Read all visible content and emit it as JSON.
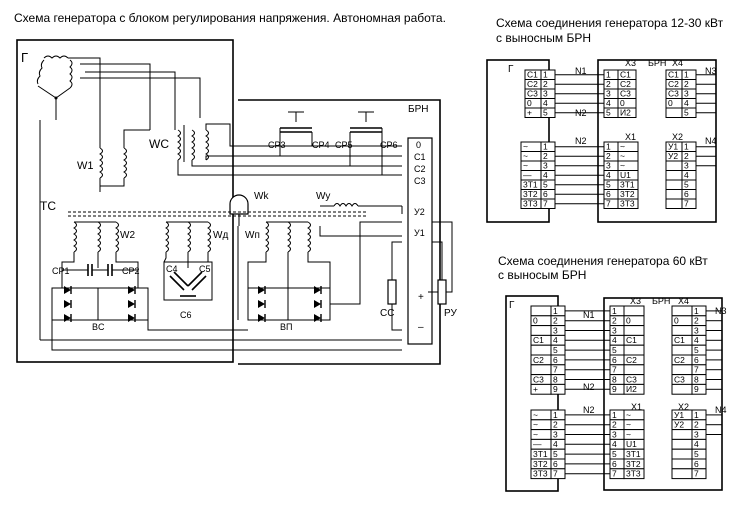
{
  "titles": {
    "main": "Схема генератора с блоком регулирования напряжения. Автономная работа.",
    "conn1_line1": "Схема соединения генератора 12-30 кВт",
    "conn1_line2": "с выносным БРН",
    "conn2_line1": "Схема соединения генератора 60 кВт",
    "conn2_line2": "с выносым БРН"
  },
  "main_diagram": {
    "generator": "Г",
    "brn": "БРН",
    "wc": "WC",
    "w1": "W1",
    "w2": "W2",
    "wd": "Wд",
    "wn": "Wп",
    "wk": "Wk",
    "wy": "Wy",
    "tc": "TC",
    "cp1": "CP1",
    "cp2": "CP2",
    "cp3": "CP3",
    "cp4": "CP4",
    "cp5": "CP5",
    "cp6": "CP6",
    "c4": "C4",
    "c5": "C5",
    "c6": "C6",
    "bc": "BC",
    "bp": "ВП",
    "cc": "CC",
    "ru": "РУ",
    "terms": [
      "0",
      "C1",
      "C2",
      "C3",
      "У2",
      "У1",
      "+",
      "–"
    ]
  },
  "conn1": {
    "g": "Г",
    "brn": "БРН",
    "x3": "X3",
    "x4": "X4",
    "x1": "X1",
    "x2": "X2",
    "n1": "N1",
    "n2": "N2",
    "n3": "N3",
    "n4": "N4",
    "gen_top": [
      [
        "C1",
        "1"
      ],
      [
        "C2",
        "2"
      ],
      [
        "C3",
        "3"
      ],
      [
        "0",
        "4"
      ],
      [
        "+",
        "5"
      ]
    ],
    "x3_rows": [
      [
        "1",
        "C1"
      ],
      [
        "2",
        "C2"
      ],
      [
        "3",
        "C3"
      ],
      [
        "4",
        "0"
      ],
      [
        "5",
        "И2"
      ]
    ],
    "x4_rows": [
      [
        "C1",
        "1"
      ],
      [
        "C2",
        "2"
      ],
      [
        "C3",
        "3"
      ],
      [
        "0",
        "4"
      ],
      [
        "",
        "5"
      ]
    ],
    "gen_bot": [
      [
        "~",
        "1"
      ],
      [
        "~",
        "2"
      ],
      [
        "~",
        "3"
      ],
      [
        "—",
        "4"
      ],
      [
        "3T1",
        "5"
      ],
      [
        "3T2",
        "6"
      ],
      [
        "3T3",
        "7"
      ]
    ],
    "x1_rows": [
      [
        "1",
        "~"
      ],
      [
        "2",
        "~"
      ],
      [
        "3",
        "~"
      ],
      [
        "4",
        "U1"
      ],
      [
        "5",
        "3T1"
      ],
      [
        "6",
        "3T2"
      ],
      [
        "7",
        "3T3"
      ]
    ],
    "x2_rows": [
      [
        "У1",
        "1"
      ],
      [
        "У2",
        "2"
      ],
      [
        "",
        "3"
      ],
      [
        "",
        "4"
      ],
      [
        "",
        "5"
      ],
      [
        "",
        "6"
      ],
      [
        "",
        "7"
      ]
    ]
  },
  "conn2": {
    "g": "Г",
    "brn": "БРН",
    "x3": "X3",
    "x4": "X4",
    "x1": "X1",
    "x2": "X2",
    "n1": "N1",
    "n2": "N2",
    "n3": "N3",
    "n4": "N4",
    "gen_top": [
      [
        "",
        "1"
      ],
      [
        "0",
        "2"
      ],
      [
        "",
        "3"
      ],
      [
        "C1",
        "4"
      ],
      [
        "",
        "5"
      ],
      [
        "C2",
        "6"
      ],
      [
        "",
        "7"
      ],
      [
        "C3",
        "8"
      ],
      [
        "+",
        "9"
      ]
    ],
    "x3_rows": [
      [
        "1",
        ""
      ],
      [
        "2",
        "0"
      ],
      [
        "3",
        ""
      ],
      [
        "4",
        "C1"
      ],
      [
        "5",
        ""
      ],
      [
        "6",
        "C2"
      ],
      [
        "7",
        ""
      ],
      [
        "8",
        "C3"
      ],
      [
        "9",
        "И2"
      ]
    ],
    "x4_rows": [
      [
        "",
        "1"
      ],
      [
        "0",
        "2"
      ],
      [
        "",
        "3"
      ],
      [
        "C1",
        "4"
      ],
      [
        "",
        "5"
      ],
      [
        "C2",
        "6"
      ],
      [
        "",
        "7"
      ],
      [
        "C3",
        "8"
      ],
      [
        "",
        "9"
      ]
    ],
    "gen_bot": [
      [
        "~",
        "1"
      ],
      [
        "~",
        "2"
      ],
      [
        "~",
        "3"
      ],
      [
        "—",
        "4"
      ],
      [
        "3T1",
        "5"
      ],
      [
        "3T2",
        "6"
      ],
      [
        "3T3",
        "7"
      ]
    ],
    "x1_rows": [
      [
        "1",
        "~"
      ],
      [
        "2",
        "~"
      ],
      [
        "3",
        "~"
      ],
      [
        "4",
        "U1"
      ],
      [
        "5",
        "3T1"
      ],
      [
        "6",
        "3T2"
      ],
      [
        "7",
        "3T3"
      ]
    ],
    "x2_rows": [
      [
        "У1",
        "1"
      ],
      [
        "У2",
        "2"
      ],
      [
        "",
        "3"
      ],
      [
        "",
        "4"
      ],
      [
        "",
        "5"
      ],
      [
        "",
        "6"
      ],
      [
        "",
        "7"
      ]
    ]
  }
}
